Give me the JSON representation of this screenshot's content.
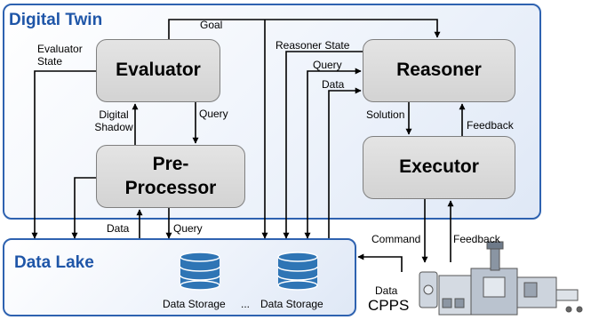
{
  "digital_twin": {
    "title": "Digital Twin"
  },
  "data_lake": {
    "title": "Data Lake"
  },
  "components": {
    "evaluator": "Evaluator",
    "reasoner": "Reasoner",
    "preprocessor_line1": "Pre-",
    "preprocessor_line2": "Processor",
    "executor": "Executor"
  },
  "storage": {
    "left_label": "Data Storage",
    "ellipsis": "...",
    "right_label": "Data Storage"
  },
  "cpps": {
    "label": "CPPS",
    "data_label": "Data"
  },
  "edge_labels": {
    "goal": "Goal",
    "evaluator_state_line1": "Evaluator",
    "evaluator_state_line2": "State",
    "reasoner_state": "Reasoner State",
    "query_reasoner": "Query",
    "data_reasoner": "Data",
    "digital_shadow_line1": "Digital",
    "digital_shadow_line2": "Shadow",
    "query_evaluator": "Query",
    "solution": "Solution",
    "feedback_internal": "Feedback",
    "data_lake_in": "Data",
    "query_lake": "Query",
    "command": "Command",
    "feedback_external": "Feedback"
  },
  "colors": {
    "frame": "#2e62b0",
    "title": "#1f56a8",
    "box_fill": "#d9d9d9",
    "database": "#2f75b5"
  }
}
